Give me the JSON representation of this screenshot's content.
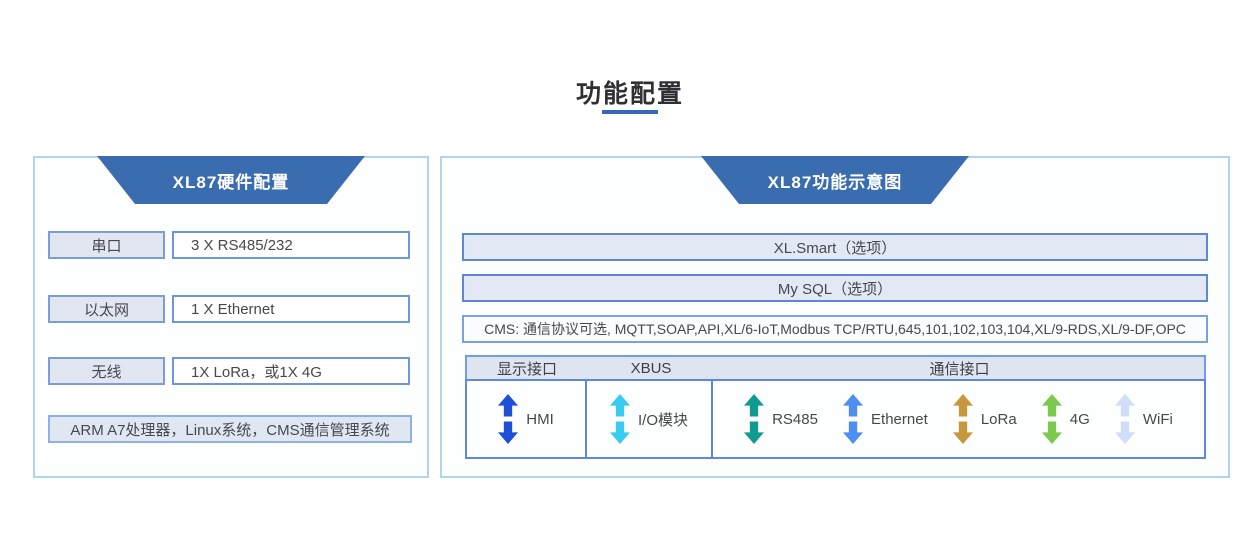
{
  "page": {
    "title": "功能配置"
  },
  "left_panel": {
    "header": "XL87硬件配置",
    "rows": [
      {
        "label": "串口",
        "value": "3 X RS485/232"
      },
      {
        "label": "以太网",
        "value": "1 X Ethernet"
      },
      {
        "label": "无线",
        "value": "1X LoRa，或1X 4G"
      }
    ],
    "footer": "ARM A7处理器，Linux系统，CMS通信管理系统"
  },
  "right_panel": {
    "header": "XL87功能示意图",
    "bars": [
      "XL.Smart（选项）",
      "My SQL（选项）"
    ],
    "cms_bar": "CMS: 通信协议可选, MQTT,SOAP,API,XL/6-IoT,Modbus TCP/RTU,645,101,102,103,104,XL/9-RDS,XL/9-DF,OPC",
    "columns": [
      {
        "header": "显示接口",
        "items": [
          {
            "label": "HMI",
            "color": "#1d4fd7"
          }
        ]
      },
      {
        "header": "XBUS",
        "items": [
          {
            "label": "I/O模块",
            "color": "#38cdee"
          }
        ]
      },
      {
        "header": "通信接口",
        "items": [
          {
            "label": "RS485",
            "color": "#109a90"
          },
          {
            "label": "Ethernet",
            "color": "#4d8ef0"
          },
          {
            "label": "LoRa",
            "color": "#c6973c"
          },
          {
            "label": "4G",
            "color": "#7cc94e"
          },
          {
            "label": "WiFi",
            "color": "#cfdef6"
          }
        ]
      }
    ]
  },
  "colors": {
    "header_trapezoid": "#3a6cb0",
    "title_underline": "#3667bd",
    "panel_border": "#b3d3f2",
    "box_border": "#6e96dd",
    "label_fill": "#e1e6f1",
    "bar_fill": "#e3e8f5",
    "cell_border": "#5d87e0"
  }
}
